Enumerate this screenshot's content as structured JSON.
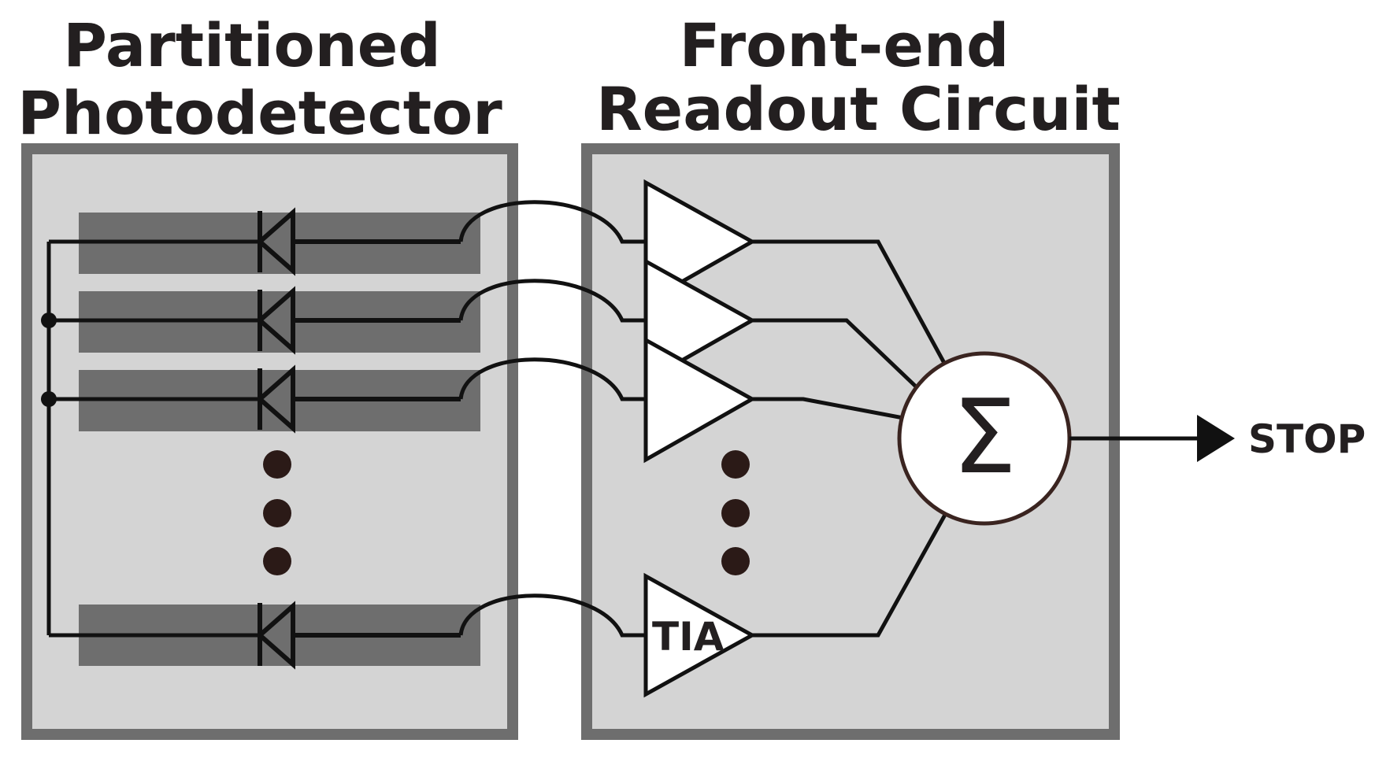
{
  "titles": {
    "photodetector_line1": "Partitioned",
    "photodetector_line2": "Photodetector",
    "readout_line1": "Front-end",
    "readout_line2": "Readout Circuit"
  },
  "amplifier_label": "TIA",
  "summer_symbol": "Σ",
  "output_label": "STOP",
  "colors": {
    "panel_fill": "#d4d4d4",
    "panel_border": "#6e6e6e",
    "strip_fill": "#6e6e6e",
    "wire": "#111111",
    "dots": "#2b1a17",
    "summer_stroke": "#3a2420"
  }
}
